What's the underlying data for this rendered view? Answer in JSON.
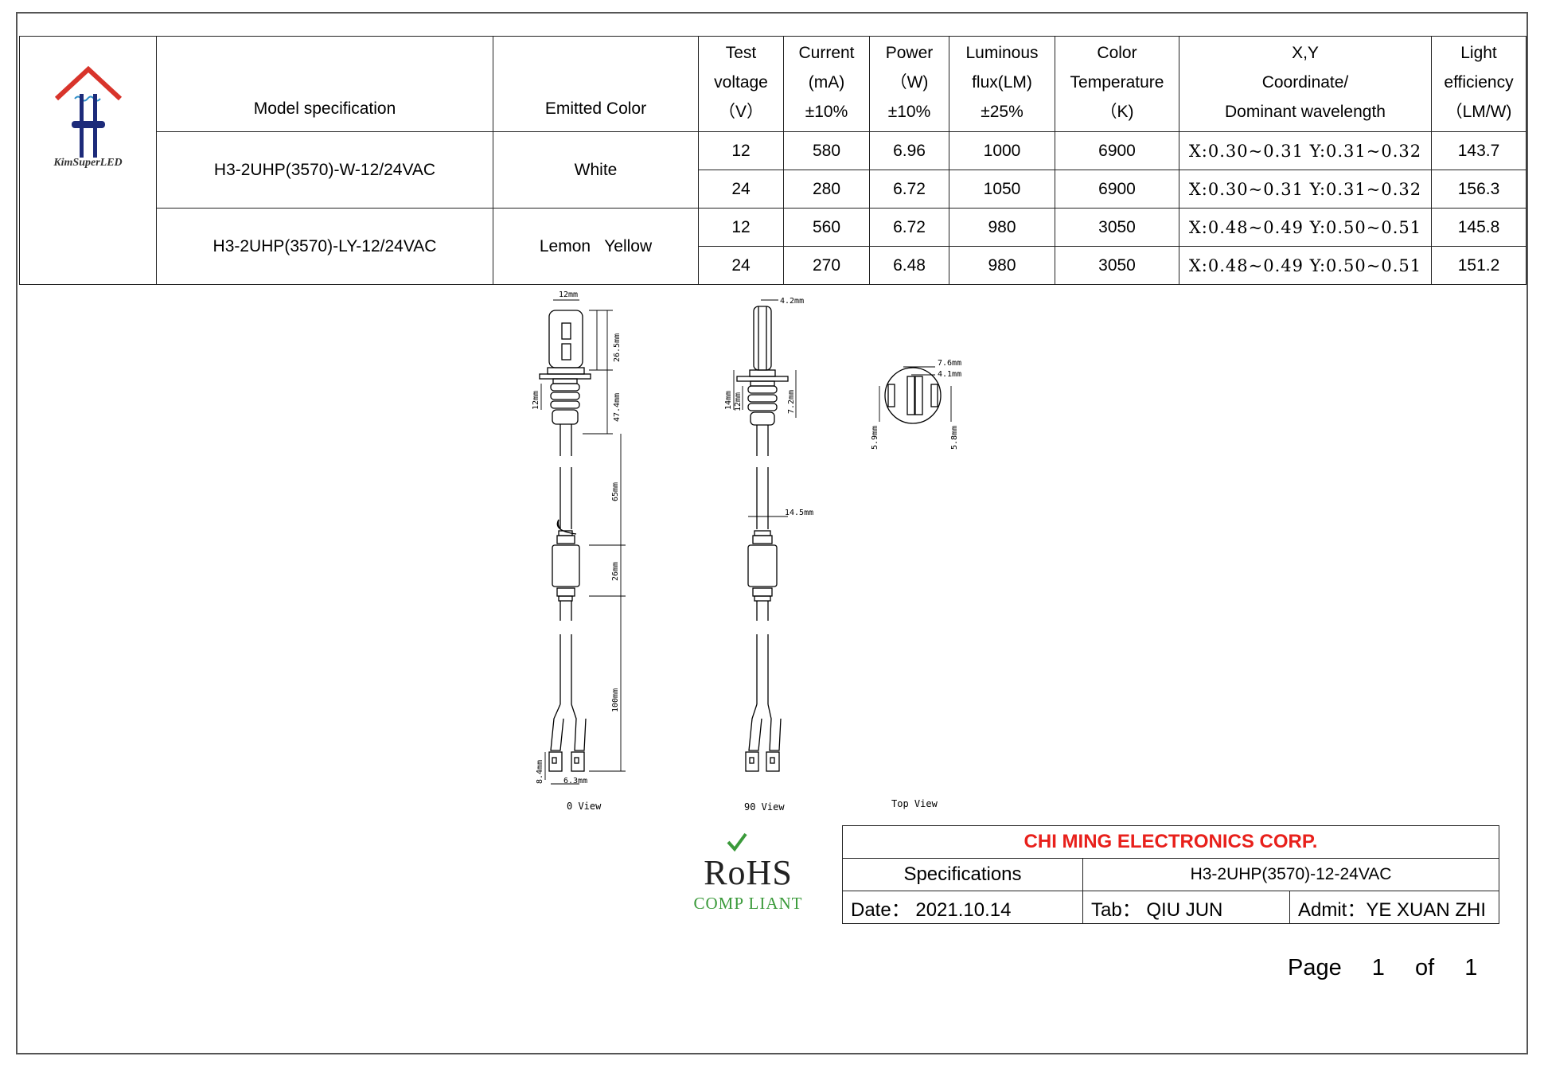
{
  "logo": {
    "brand": "KimSuperLED"
  },
  "table": {
    "headers": {
      "model": "Model specification",
      "color": "Emitted Color",
      "voltage": [
        "Test",
        "voltage",
        "（V）"
      ],
      "current": [
        "Current",
        "(mA)",
        "±10%"
      ],
      "power": [
        "Power",
        "（W)",
        "±10%"
      ],
      "flux": [
        "Luminous",
        "flux(LM)",
        "±25%"
      ],
      "temp": [
        "Color",
        "Temperature",
        "（K)"
      ],
      "xy": [
        "X,Y",
        "Coordinate/",
        "Dominant wavelength"
      ],
      "eff": [
        "Light",
        "efficiency",
        "（LM/W)"
      ]
    },
    "groups": [
      {
        "model": "H3-2UHP(3570)-W-12/24VAC",
        "color": "White",
        "rows": [
          {
            "voltage": "12",
            "current": "580",
            "power": "6.96",
            "flux": "1000",
            "temp": "6900",
            "xy": "X:0.30~0.31 Y:0.31~0.32",
            "eff": "143.7"
          },
          {
            "voltage": "24",
            "current": "280",
            "power": "6.72",
            "flux": "1050",
            "temp": "6900",
            "xy": "X:0.30~0.31 Y:0.31~0.32",
            "eff": "156.3"
          }
        ]
      },
      {
        "model": "H3-2UHP(3570)-LY-12/24VAC",
        "color": "Lemon   Yellow",
        "rows": [
          {
            "voltage": "12",
            "current": "560",
            "power": "6.72",
            "flux": "980",
            "temp": "3050",
            "xy": "X:0.48~0.49 Y:0.50~0.51",
            "eff": "145.8"
          },
          {
            "voltage": "24",
            "current": "270",
            "power": "6.48",
            "flux": "980",
            "temp": "3050",
            "xy": "X:0.48~0.49 Y:0.50~0.51",
            "eff": "151.2"
          }
        ]
      }
    ]
  },
  "drawing": {
    "dims": {
      "d12mm_top": "12mm",
      "d26_5": "26.5mm",
      "d47_4": "47.4mm",
      "d12mm_side": "12mm",
      "d65": "65mm",
      "d26": "26mm",
      "d100": "100mm",
      "d8_4": "8.4mm",
      "d6_3": "6.3mm",
      "d4_2": "4.2mm",
      "d14": "14mm",
      "d12b": "12mm",
      "d7_2": "7.2mm",
      "d14_5": "14.5mm",
      "d7_6": "7.6mm",
      "d4_1": "4.1mm",
      "d5_9": "5.9mm",
      "d5_8": "5.8mm"
    },
    "views": {
      "front": "0 View",
      "side": "90 View",
      "top": "Top View"
    }
  },
  "rohs": {
    "mark": "RoHS",
    "sub": "COMP LIANT"
  },
  "title_block": {
    "company": "CHI MING ELECTRONICS CORP.",
    "spec_label": "Specifications",
    "spec_value": "H3-2UHP(3570)-12-24VAC",
    "date": "Date：  2021.10.14",
    "tab": "Tab：  QIU JUN",
    "admit": "Admit：YE XUAN ZHI"
  },
  "page": {
    "label": "Page",
    "current": "1",
    "of": "of",
    "total": "1"
  },
  "colors": {
    "company_red": "#e8201b",
    "rohs_green": "#3a9a3a",
    "logo_red": "#d8342b",
    "logo_blue": "#1d2b7a"
  }
}
